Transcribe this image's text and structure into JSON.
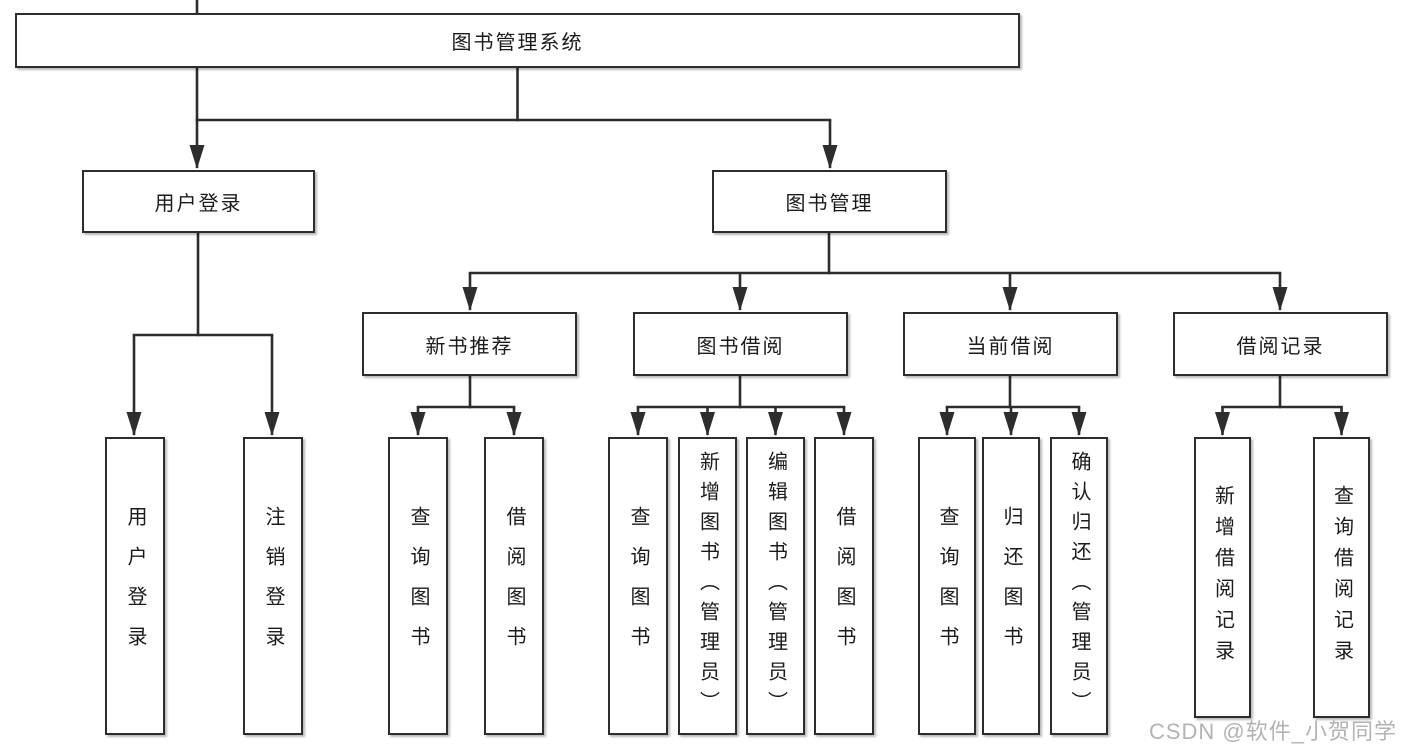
{
  "diagram": {
    "root_label": "图书管理系统",
    "branches": [
      {
        "label": "用户登录",
        "leaves": [
          "用户登录",
          "注销登录"
        ]
      },
      {
        "label": "图书管理",
        "sections": [
          {
            "label": "新书推荐",
            "leaves": [
              "查询图书",
              "借阅图书"
            ]
          },
          {
            "label": "图书借阅",
            "leaves": [
              "查询图书",
              "新增图书（管理员）",
              "编辑图书（管理员）",
              "借阅图书"
            ]
          },
          {
            "label": "当前借阅",
            "leaves": [
              "查询图书",
              "归还图书",
              "确认归还（管理员）"
            ]
          },
          {
            "label": "借阅记录",
            "leaves": [
              "新增借阅记录",
              "查询借阅记录"
            ]
          }
        ]
      }
    ]
  },
  "watermark": "CSDN @软件_小贺同学",
  "colors": {
    "line": "#2d2d2d",
    "box_border": "#2d2d2d",
    "box_background": "#ffffff",
    "text": "#1b1b1b",
    "watermark": "#b3b3b3",
    "background": "#ffffff"
  }
}
